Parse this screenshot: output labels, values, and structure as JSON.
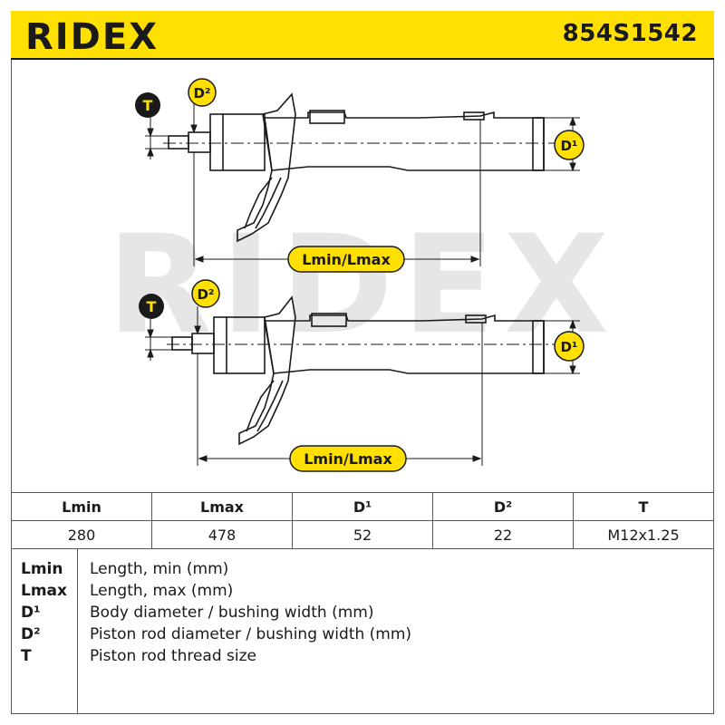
{
  "header": {
    "brand": "RIDEX",
    "part_number": "854S1542",
    "colors": {
      "band": "#ffe000",
      "ink": "#1a1a1a",
      "watermark": "#e4e4e4"
    }
  },
  "drawing": {
    "watermark": "RIDEX",
    "labels": {
      "t": "T",
      "d2": "D²",
      "d1": "D¹",
      "length": "Lmin/Lmax"
    }
  },
  "specs": {
    "headers": [
      "Lmin",
      "Lmax",
      "D¹",
      "D²",
      "T"
    ],
    "values": [
      "280",
      "478",
      "52",
      "22",
      "M12x1.25"
    ]
  },
  "legend": [
    {
      "key": "Lmin",
      "desc": "Length, min (mm)"
    },
    {
      "key": "Lmax",
      "desc": "Length, max (mm)"
    },
    {
      "key": "D¹",
      "desc": "Body diameter / bushing width (mm)"
    },
    {
      "key": "D²",
      "desc": "Piston rod diameter / bushing width (mm)"
    },
    {
      "key": "T",
      "desc": "Piston rod thread size"
    }
  ]
}
